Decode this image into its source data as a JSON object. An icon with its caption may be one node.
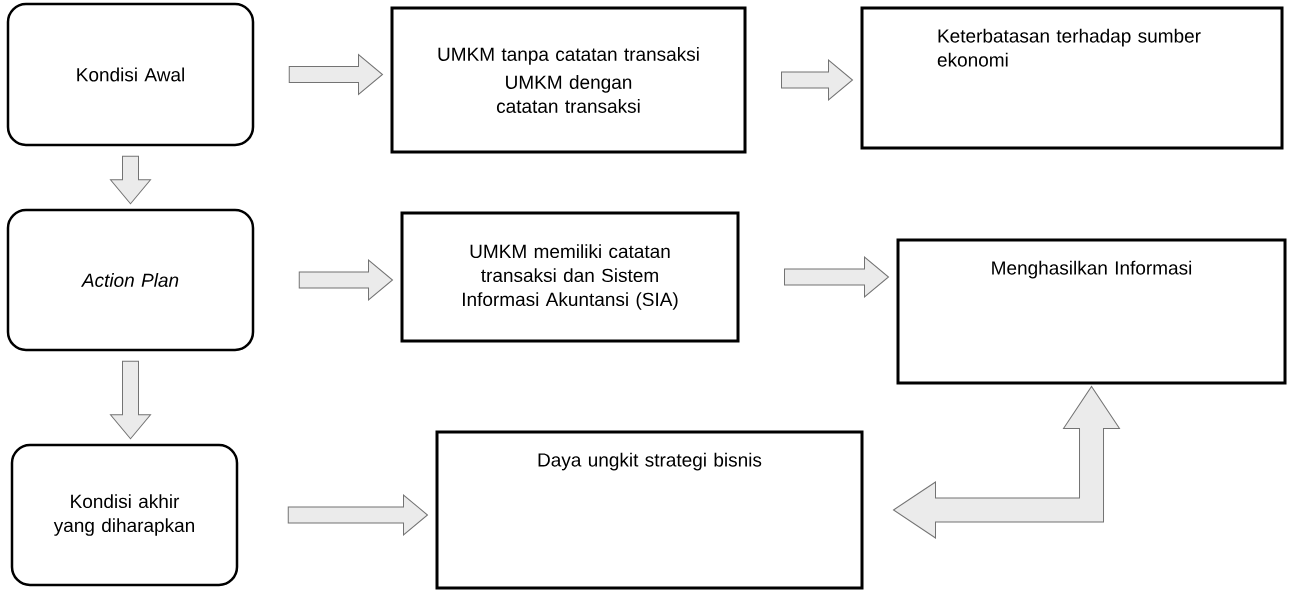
{
  "diagram": {
    "nodes": [
      {
        "text": [
          "Kondisi Awal"
        ]
      },
      {
        "text": [
          "UMKM tanpa catatan transaksi",
          "UMKM dengan catatan transaksi"
        ]
      },
      {
        "text": [
          "Keterbatasan terhadap sumber ekonomi"
        ]
      },
      {
        "text": [
          "Action Plan"
        ]
      },
      {
        "text": [
          "UMKM memiliki catatan transaksi dan Sistem Informasi Akuntansi (SIA)"
        ]
      },
      {
        "text": [
          "Menghasilkan Informasi"
        ]
      },
      {
        "text": [
          "Kondisi akhir yang diharapkan"
        ]
      },
      {
        "text": [
          "Daya ungkit strategi bisnis"
        ]
      }
    ],
    "edges": [
      {
        "from": 0,
        "to": 1,
        "arrow": "to"
      },
      {
        "from": 1,
        "to": 2,
        "arrow": "to"
      },
      {
        "from": 0,
        "to": 3,
        "arrow": "to"
      },
      {
        "from": 3,
        "to": 4,
        "arrow": "to"
      },
      {
        "from": 4,
        "to": 5,
        "arrow": "to"
      },
      {
        "from": 3,
        "to": 6,
        "arrow": "to"
      },
      {
        "from": 6,
        "to": 7,
        "arrow": "to"
      },
      {
        "from": 7,
        "to": 5,
        "arrow": "both"
      }
    ]
  }
}
